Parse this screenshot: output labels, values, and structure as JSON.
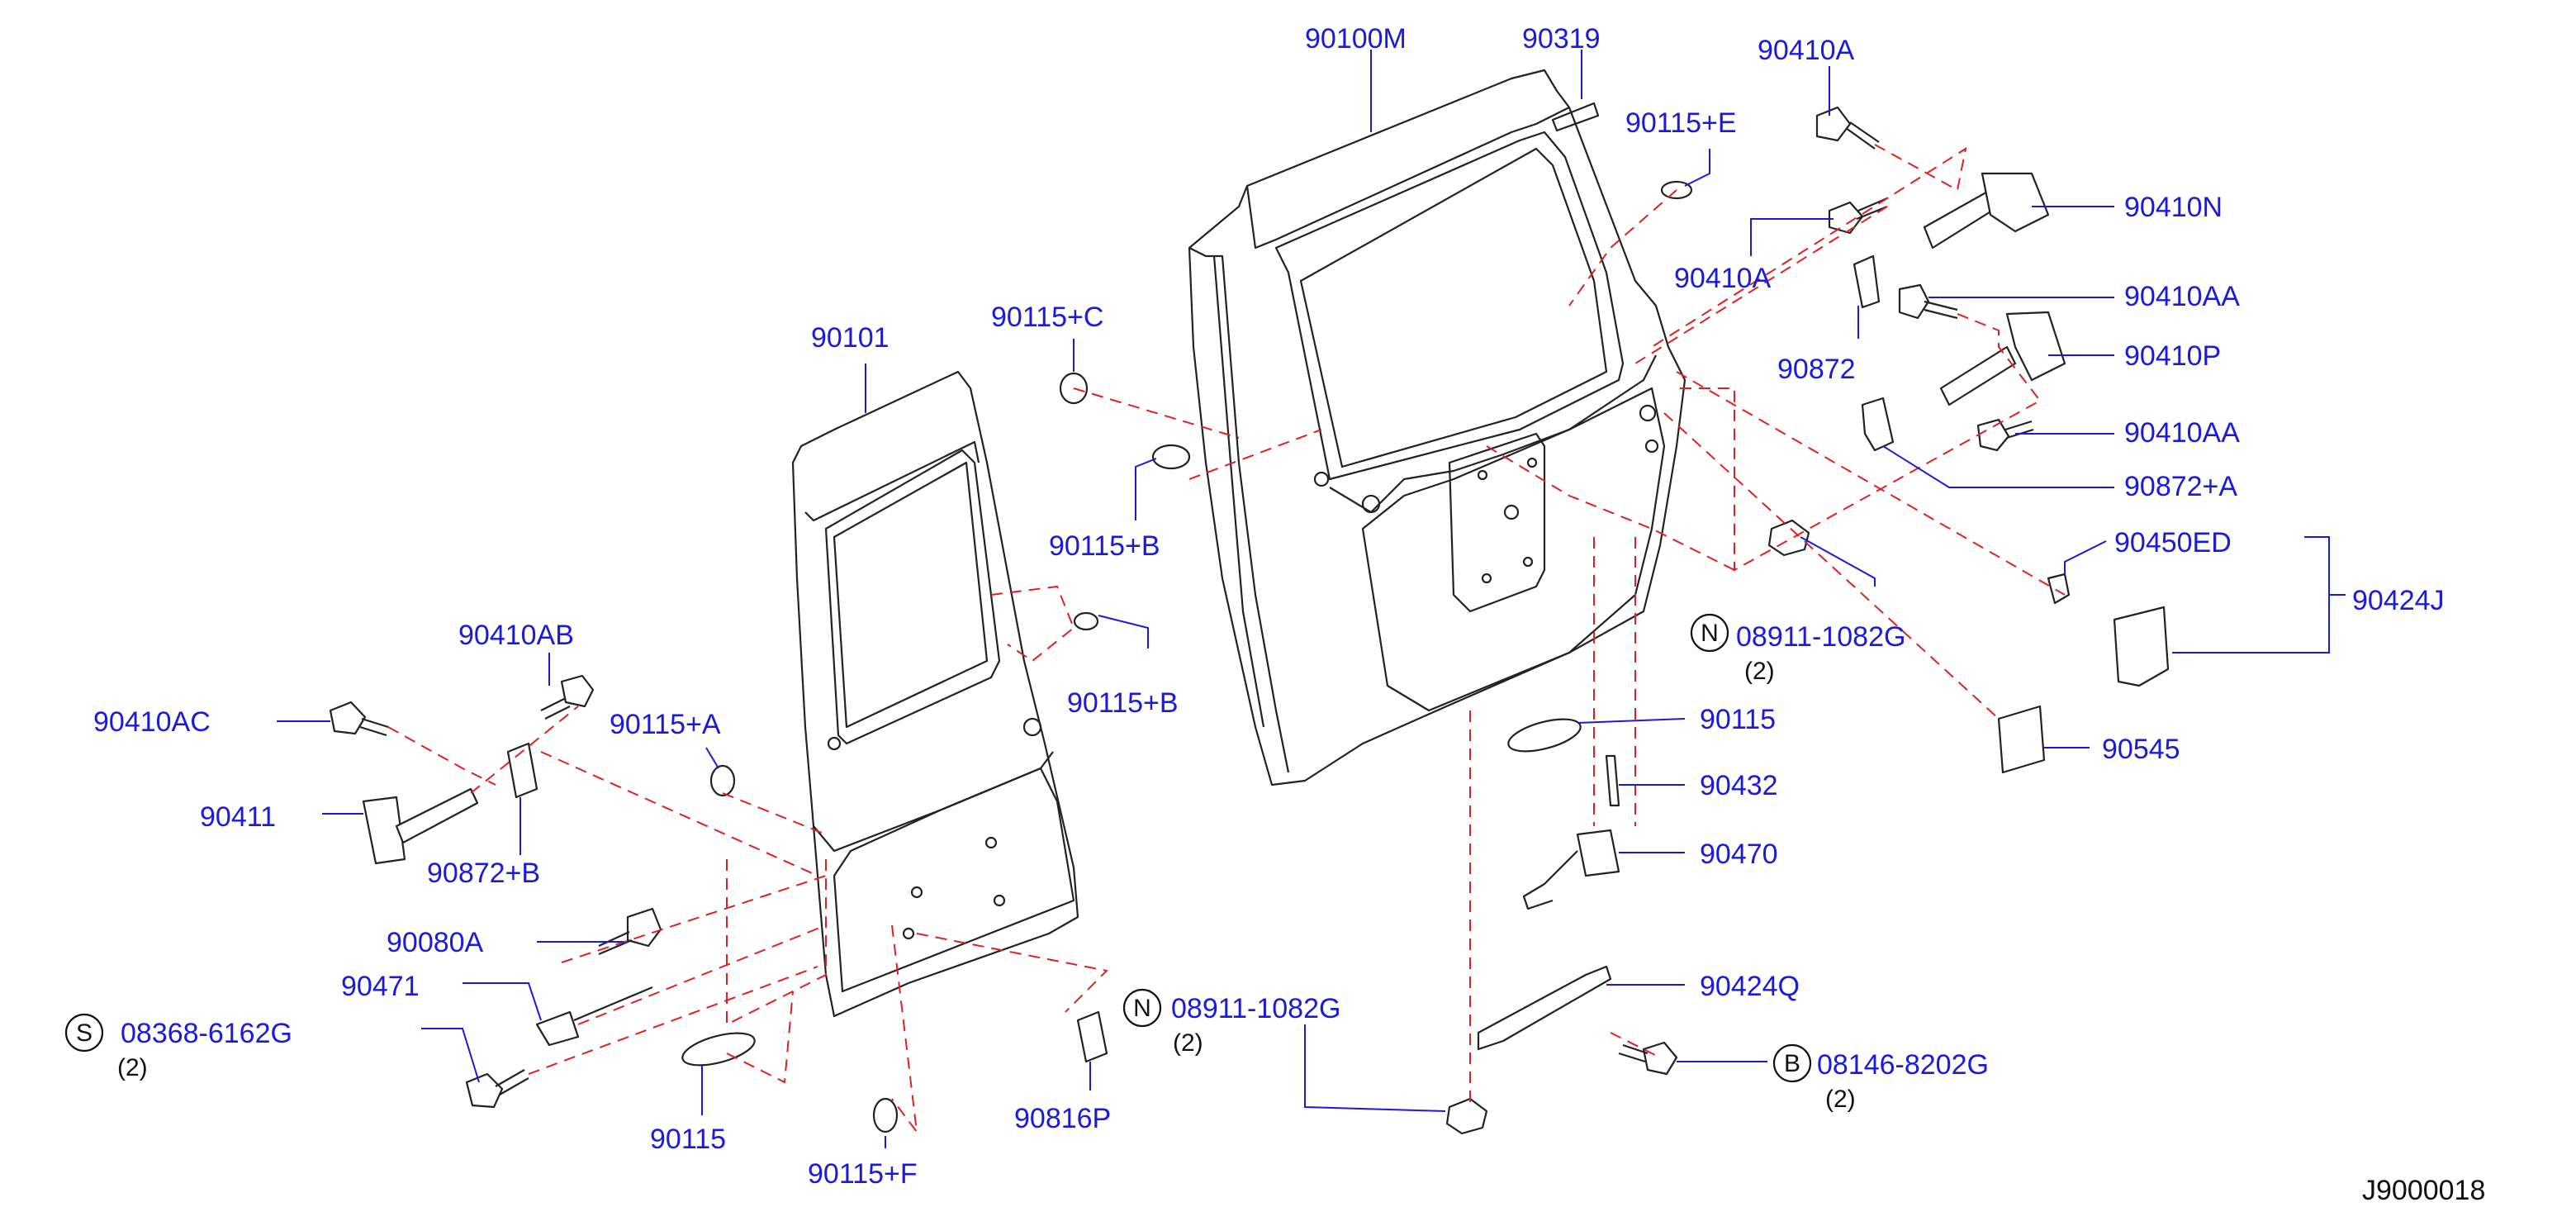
{
  "diagram_code": "J9000018",
  "callouts": {
    "c_90100M": "90100M",
    "c_90319": "90319",
    "c_90410A_top": "90410A",
    "c_90115E": "90115+E",
    "c_90410N": "90410N",
    "c_90410A_mid": "90410A",
    "c_90410AA_1": "90410AA",
    "c_90872": "90872",
    "c_90410P": "90410P",
    "c_90410AA_2": "90410AA",
    "c_90872A": "90872+A",
    "c_90450ED": "90450ED",
    "c_90424J": "90424J",
    "c_08911_right": "08911-1082G",
    "c_90115_right": "90115",
    "c_90545": "90545",
    "c_90432": "90432",
    "c_90470": "90470",
    "c_90424Q": "90424Q",
    "c_08146": "08146-8202G",
    "c_08911_mid": "08911-1082G",
    "c_90816P": "90816P",
    "c_90115F": "90115+F",
    "c_90115_left": "90115",
    "c_08368": "08368-6162G",
    "c_90471": "90471",
    "c_90080A": "90080A",
    "c_90872B": "90872+B",
    "c_90411": "90411",
    "c_90410AC": "90410AC",
    "c_90410AB": "90410AB",
    "c_90115A": "90115+A",
    "c_90115B_1": "90115+B",
    "c_90115B_2": "90115+B",
    "c_90115C": "90115+C",
    "c_90101": "90101"
  },
  "prefixes": {
    "n_right": "N",
    "n_mid": "N",
    "s_left": "S",
    "b_right": "B"
  },
  "quantities": {
    "q_08911_right": "(2)",
    "q_08911_mid": "(2)",
    "q_08368": "(2)",
    "q_08146": "(2)"
  },
  "colors": {
    "callout_text": "#1a1adc",
    "leader_line": "#1a1adc",
    "dashed_guide": "#e02020",
    "part_outline": "#222222"
  }
}
